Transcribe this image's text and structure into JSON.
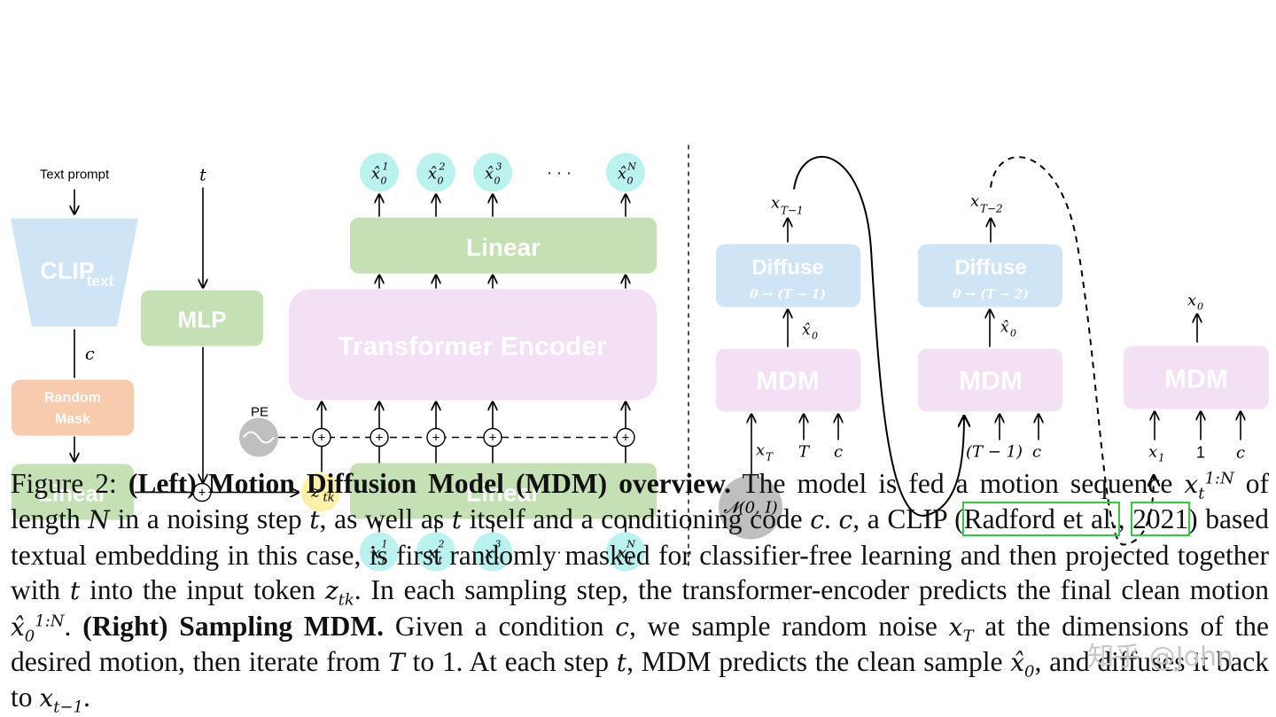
{
  "left": {
    "text_prompt": "Text prompt",
    "clip_main": "CLIP",
    "clip_sub": "text",
    "c_label": "c",
    "random_mask_l1": "Random",
    "random_mask_l2": "Mask",
    "linear_left": "Linear",
    "t_label": "t",
    "mlp": "MLP",
    "pe": "PE",
    "ztk_main": "z",
    "ztk_sub": "tk",
    "transformer": "Transformer Encoder",
    "linear_top": "Linear",
    "linear_bottom": "Linear",
    "dots": "· · ·",
    "out_tokens": [
      "1",
      "2",
      "3",
      "N"
    ],
    "in_tokens": [
      "1",
      "2",
      "3",
      "N"
    ],
    "colors": {
      "green": "#c5e0b4",
      "pink": "#f3e0f5",
      "blue": "#cfe4f5",
      "orange": "#f8cbad",
      "cyan": "#b9f2ef",
      "yellow": "#fff2a8",
      "gray": "#bfbfbf"
    }
  },
  "right": {
    "diffuse": "Diffuse",
    "diffuse1_range": "0 → (T − 1)",
    "diffuse2_range": "0 → (T − 2)",
    "mdm": "MDM",
    "xT1": "x",
    "xT1_sub": "T−1",
    "xT2": "x",
    "xT2_sub": "T−2",
    "x0": "x",
    "x0_sub": "0",
    "xhat0": "x̂",
    "xhat0_sub": "0",
    "in1": [
      "x",
      "T",
      "c"
    ],
    "in1_sub": "T",
    "in2": [
      "(T − 1)",
      "c"
    ],
    "in3": [
      "x",
      "1",
      "c"
    ],
    "in3_sub": "1",
    "noise": "𝓝(0, I)"
  },
  "caption": {
    "fig_label": "Figure 2:",
    "bold1": "(Left) Motion Diffusion Model (MDM) overview.",
    "t1": "The model is fed a motion sequence",
    "t2": "of length",
    "t3": "in a noising step",
    "t4": ", as well as",
    "t5": "itself and a conditioning code",
    "t6": ".",
    "t7": ", a CLIP (",
    "cite1": "Radford et al.",
    "t8": ", ",
    "cite2": "2021",
    "t9": ") based textual embedding in this case, is first randomly masked for classifier-free learning and then projected together with",
    "t10": "into the input token",
    "t11": ". In each sampling step, the transformer-encoder predicts the final clean motion",
    "t12": ".",
    "bold2": "(Right) Sampling MDM.",
    "t13": "Given a condition",
    "t14": ", we sample random noise",
    "t15": "at the dimensions of the desired motion, then iterate from",
    "t16": "to 1. At each step",
    "t17": ", MDM predicts the clean sample",
    "t18": ", and diffuses it back to",
    "t19": ".",
    "watermark": "知乎 @John"
  }
}
